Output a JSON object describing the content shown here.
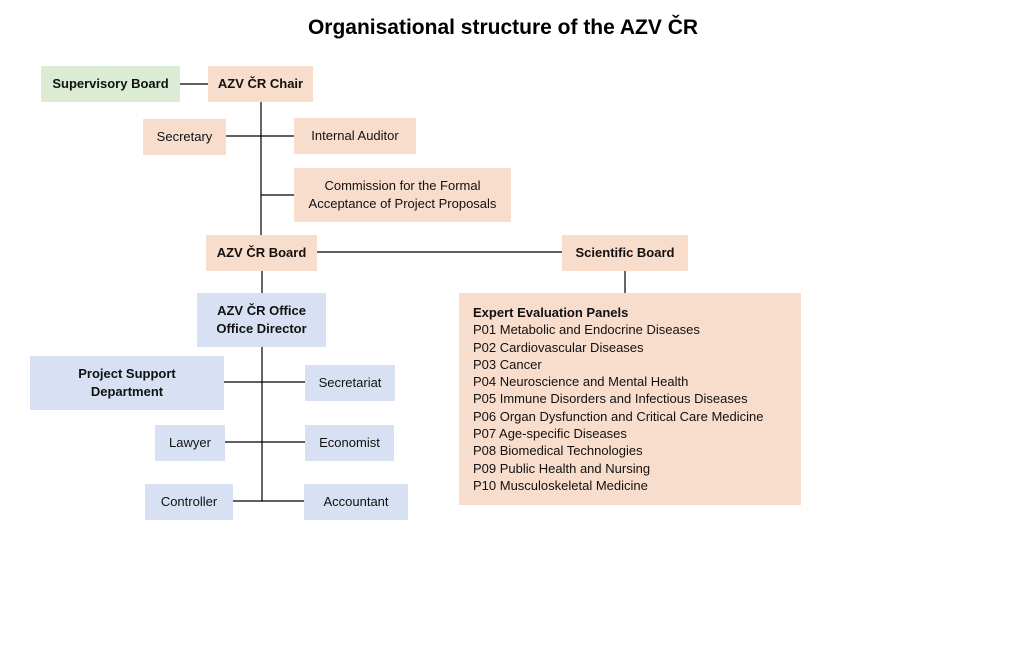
{
  "title": "Organisational structure of the AZV ČR",
  "nodes": {
    "supervisory_board": "Supervisory Board",
    "chair": "AZV ČR Chair",
    "secretary": "Secretary",
    "internal_auditor": "Internal Auditor",
    "commission": [
      "Commission for the Formal",
      "Acceptance of Project Proposals"
    ],
    "board": "AZV ČR Board",
    "scientific_board": "Scientific Board",
    "office": [
      "AZV ČR Office",
      "Office Director"
    ],
    "project_support": [
      "Project Support",
      "Department"
    ],
    "secretariat": "Secretariat",
    "lawyer": "Lawyer",
    "economist": "Economist",
    "controller": "Controller",
    "accountant": "Accountant"
  },
  "panels": {
    "heading": "Expert Evaluation Panels",
    "items": [
      "P01 Metabolic and Endocrine Diseases",
      "P02 Cardiovascular Diseases",
      "P03 Cancer",
      "P04 Neuroscience and Mental Health",
      "P05 Immune Disorders and Infectious Diseases",
      "P06 Organ Dysfunction and Critical Care Medicine",
      "P07 Age-specific Diseases",
      "P08 Biomedical Technologies",
      "P09 Public Health and Nursing",
      "P10 Musculoskeletal Medicine"
    ]
  },
  "colors": {
    "peach": "#f9ddcc",
    "green": "#dcebd3",
    "blue": "#d8e1f3",
    "line": "#000000"
  }
}
